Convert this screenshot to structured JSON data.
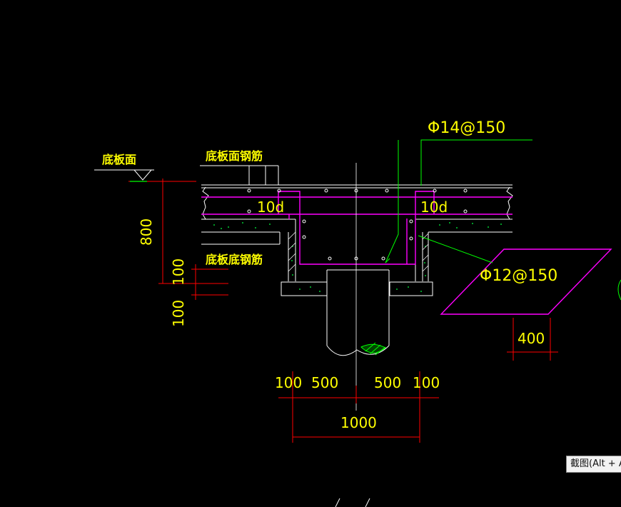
{
  "labels": {
    "slab_face": "底板面",
    "slab_top_rebar": "底板面钢筋",
    "slab_bottom_rebar": "底板底钢筋",
    "rebar_top": "Φ14@150",
    "rebar_side": "Φ12@150",
    "anchor_left": "10d",
    "anchor_right": "10d"
  },
  "dimensions": {
    "depth_800": "800",
    "thk_100_a": "100",
    "thk_100_b": "100",
    "w_100_left": "100",
    "w_500_left": "500",
    "w_500_right": "500",
    "w_100_right": "100",
    "w_1000": "1000",
    "w_400": "400"
  },
  "tooltip": "截图(Alt + A)",
  "colors": {
    "yellow": "#ffff00",
    "red": "#ff0000",
    "white": "#ffffff",
    "green": "#00ff00",
    "magenta": "#ff00ff",
    "background": "#000000"
  }
}
